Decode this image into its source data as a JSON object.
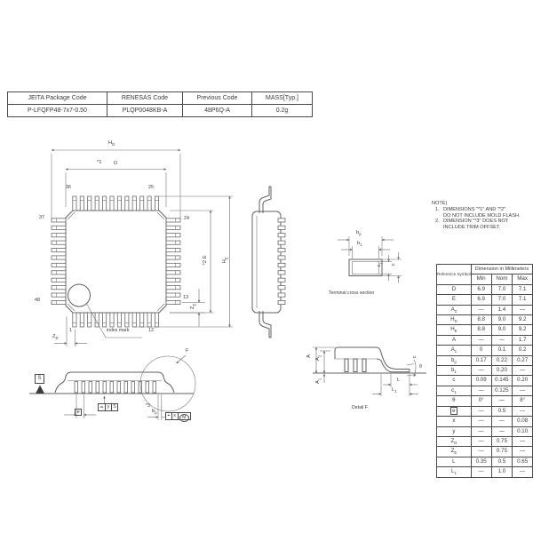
{
  "package_table": {
    "headers": [
      "JEITA Package Code",
      "RENESAS Code",
      "Previous Code",
      "MASS[Typ.]"
    ],
    "values": [
      "P-LFQFP48-7x7-0.50",
      "PLQP0048KB-A",
      "48P6Q-A",
      "0.2g"
    ]
  },
  "notes": {
    "title": "NOTE)",
    "items": [
      {
        "num": "1.",
        "line1": "DIMENSIONS \"*1\" AND \"*2\"",
        "line2": "DO NOT INCLUDE MOLD FLASH."
      },
      {
        "num": "2.",
        "line1": "DIMENSION \"*3\" DOES NOT",
        "line2": "INCLUDE TRIM OFFSET."
      }
    ]
  },
  "dim_table": {
    "corner": "Reference Symbol",
    "title": "Dimension in Millimeters",
    "cols": [
      "Min",
      "Nom",
      "Max"
    ],
    "rows": [
      {
        "sym": "D",
        "sub": "",
        "min": "6.9",
        "nom": "7.0",
        "max": "7.1"
      },
      {
        "sym": "E",
        "sub": "",
        "min": "6.9",
        "nom": "7.0",
        "max": "7.1"
      },
      {
        "sym": "A",
        "sub": "2",
        "min": "—",
        "nom": "1.4",
        "max": "—"
      },
      {
        "sym": "H",
        "sub": "D",
        "min": "8.8",
        "nom": "9.0",
        "max": "9.2"
      },
      {
        "sym": "H",
        "sub": "E",
        "min": "8.8",
        "nom": "9.0",
        "max": "9.2"
      },
      {
        "sym": "A",
        "sub": "",
        "min": "—",
        "nom": "—",
        "max": "1.7"
      },
      {
        "sym": "A",
        "sub": "1",
        "min": "0",
        "nom": "0.1",
        "max": "0.2"
      },
      {
        "sym": "b",
        "sub": "p",
        "min": "0.17",
        "nom": "0.22",
        "max": "0.27"
      },
      {
        "sym": "b",
        "sub": "1",
        "min": "—",
        "nom": "0.20",
        "max": "—"
      },
      {
        "sym": "c",
        "sub": "",
        "min": "0.09",
        "nom": "0.145",
        "max": "0.20"
      },
      {
        "sym": "c",
        "sub": "1",
        "min": "—",
        "nom": "0.125",
        "max": "—"
      },
      {
        "sym": "θ",
        "sub": "",
        "min": "0°",
        "nom": "—",
        "max": "8°"
      },
      {
        "sym": "e",
        "sub": "",
        "boxed": true,
        "min": "—",
        "nom": "0.5",
        "max": "—"
      },
      {
        "sym": "x",
        "sub": "",
        "min": "—",
        "nom": "—",
        "max": "0.08"
      },
      {
        "sym": "y",
        "sub": "",
        "min": "—",
        "nom": "—",
        "max": "0.10"
      },
      {
        "sym": "Z",
        "sub": "D",
        "min": "—",
        "nom": "0.75",
        "max": "—"
      },
      {
        "sym": "Z",
        "sub": "E",
        "min": "—",
        "nom": "0.75",
        "max": "—"
      },
      {
        "sym": "L",
        "sub": "",
        "min": "0.35",
        "nom": "0.5",
        "max": "0.65"
      },
      {
        "sym": "L",
        "sub": "1",
        "min": "—",
        "nom": "1.0",
        "max": "—"
      }
    ]
  },
  "drawing": {
    "pins": {
      "top_left": "36",
      "top_right": "25",
      "left_top": "37",
      "right_top": "24",
      "left_bottom": "48",
      "right_bottom": "13",
      "bottom_left": "1",
      "bottom_right": "12"
    },
    "labels": {
      "hd_main": "H",
      "hd_sub": "D",
      "d_star": "*1",
      "d": "D",
      "e_star": "*2",
      "e": "E",
      "he_main": "H",
      "he_sub": "E",
      "zd_main": "Z",
      "zd_sub": "D",
      "ze_main": "Z",
      "ze_sub": "E",
      "bp_main": "b",
      "bp_sub": "p",
      "b1_main": "b",
      "b1_sub": "1",
      "c": "c",
      "c1_main": "c",
      "c1_sub": "1",
      "a": "A",
      "a1_main": "A",
      "a1_sub": "1",
      "a2_main": "A",
      "a2_sub": "2",
      "l": "L",
      "l1_main": "L",
      "l1_sub": "1",
      "theta": "θ",
      "e_pitch": "e",
      "star3": "*3",
      "bp2_main": "b",
      "bp2_sub": "p",
      "index_mark": "index mark",
      "terminal_section": "Terminal cross section",
      "detail_f": "Detail F",
      "f_ref": "F",
      "datum_s": "S",
      "frame1_sym": "⌓",
      "frame1_tol": "y",
      "frame1_datum": "S",
      "frame2_sym": "⌖",
      "frame2_tol": "x",
      "frame2_datum": "M"
    }
  },
  "colors": {
    "line": "#616161",
    "text": "#3c3c3c"
  }
}
